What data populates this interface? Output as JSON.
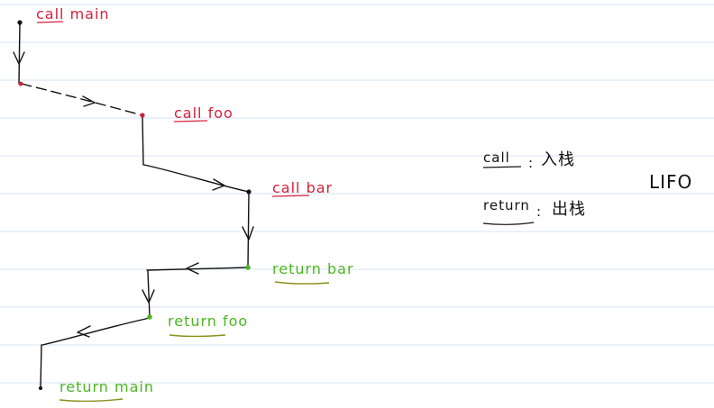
{
  "colors": {
    "ruled_line": "#d6e3f3",
    "call": "#d81f3a",
    "return": "#4bb521",
    "ink": "#111111",
    "underline_call": "#d81f3a",
    "underline_return": "#8a8f1a"
  },
  "labels": {
    "call_main": "call main",
    "call_foo": "call foo",
    "call_bar": "call bar",
    "return_bar": "return bar",
    "return_foo": "return foo",
    "return_main": "return main"
  },
  "legend": {
    "call_word": "call",
    "call_sep": ":",
    "call_meaning": "入栈",
    "return_word": "return",
    "return_sep": ":",
    "return_meaning": "出栈"
  },
  "lifo": "LIFO"
}
